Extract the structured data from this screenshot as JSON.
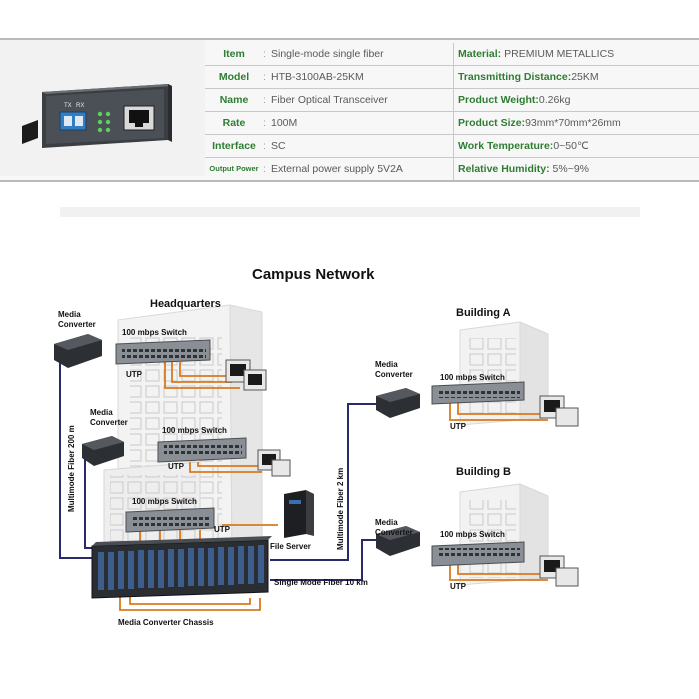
{
  "specs": {
    "rows": [
      {
        "key": "Item",
        "value": "Single-mode single fiber",
        "rkey": "Material:",
        "rvalue": "PREMIUM METALLICS"
      },
      {
        "key": "Model",
        "value": "HTB-3100AB-25KM",
        "rkey": "Transmitting Distance:",
        "rvalue": "25KM"
      },
      {
        "key": "Name",
        "value": "Fiber Optical Transceiver",
        "rkey": "Product Weight:",
        "rvalue": "0.26kg"
      },
      {
        "key": "Rate",
        "value": "100M",
        "rkey": "Product Size:",
        "rvalue": "93mm*70mm*26mm"
      },
      {
        "key": "Interface",
        "value": "SC",
        "rkey": "Work Temperature:",
        "rvalue": "0~50℃"
      },
      {
        "key": "Output Power",
        "value": "External power supply 5V2A",
        "rkey": "Relative Humidity:",
        "rvalue": "5%~9%"
      }
    ]
  },
  "device_labels": {
    "tx": "TX",
    "rx": "RX"
  },
  "diagram": {
    "title": "Campus Network",
    "headquarters": "Headquarters",
    "building_a": "Building A",
    "building_b": "Building B",
    "media_converter": "Media Converter",
    "switch_label": "100 mbps Switch",
    "utp": "UTP",
    "file_server": "File Server",
    "mm_fiber_200": "Multimode Fiber 200 m",
    "mm_fiber_2km": "Multimode Fiber 2 km",
    "sm_fiber_10km": "Single Mode Fiber 10 km",
    "chassis": "Media Converter Chassis"
  },
  "colors": {
    "fiber": "#2a2a6a",
    "utp": "#d97a1e",
    "switch": "#8a8f95",
    "spec_key": "#2e7d32"
  }
}
